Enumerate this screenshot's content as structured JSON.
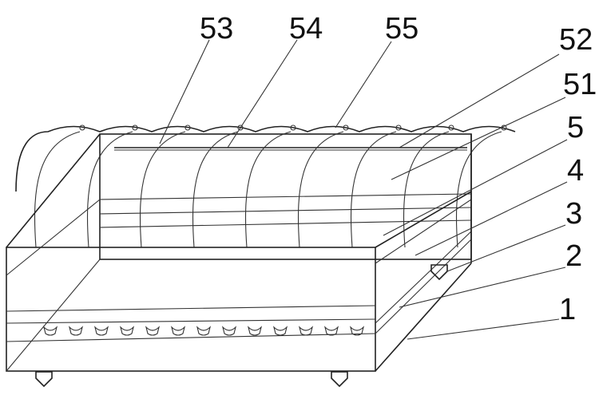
{
  "labels": {
    "l53": "53",
    "l54": "54",
    "l55": "55",
    "l52": "52",
    "l51": "51",
    "l5": "5",
    "l4": "4",
    "l3": "3",
    "l2": "2",
    "l1": "1"
  }
}
